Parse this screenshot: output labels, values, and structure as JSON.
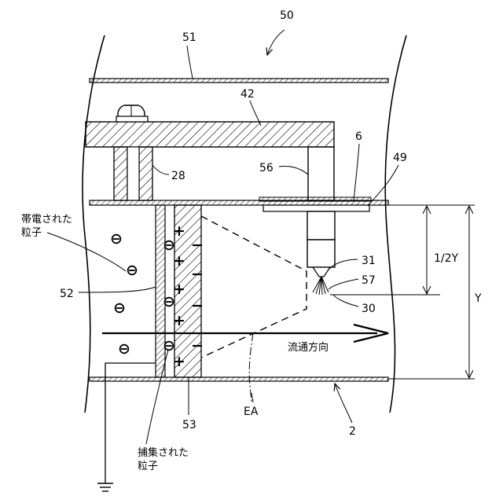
{
  "labels": {
    "device": "50",
    "top_wall": "51",
    "bracket": "42",
    "post": "28",
    "stem": "56",
    "plate": "6",
    "holder": "49",
    "tip": "31",
    "spray": "57",
    "nozzle": "30",
    "collector": "52",
    "electrode": "53",
    "air": "EA",
    "bottom_wall": "2",
    "half_height": "1/2Y",
    "height": "Y"
  },
  "text": {
    "charged_line1": "帯電された",
    "charged_line2": "粒子",
    "captured_line1": "捕集された",
    "captured_line2": "粒子",
    "flow": "流通方向"
  },
  "symbols": {
    "plus": "+",
    "minus": "−",
    "negative_particle": "⊖"
  },
  "colors": {
    "line": "#000000",
    "background": "#ffffff"
  }
}
